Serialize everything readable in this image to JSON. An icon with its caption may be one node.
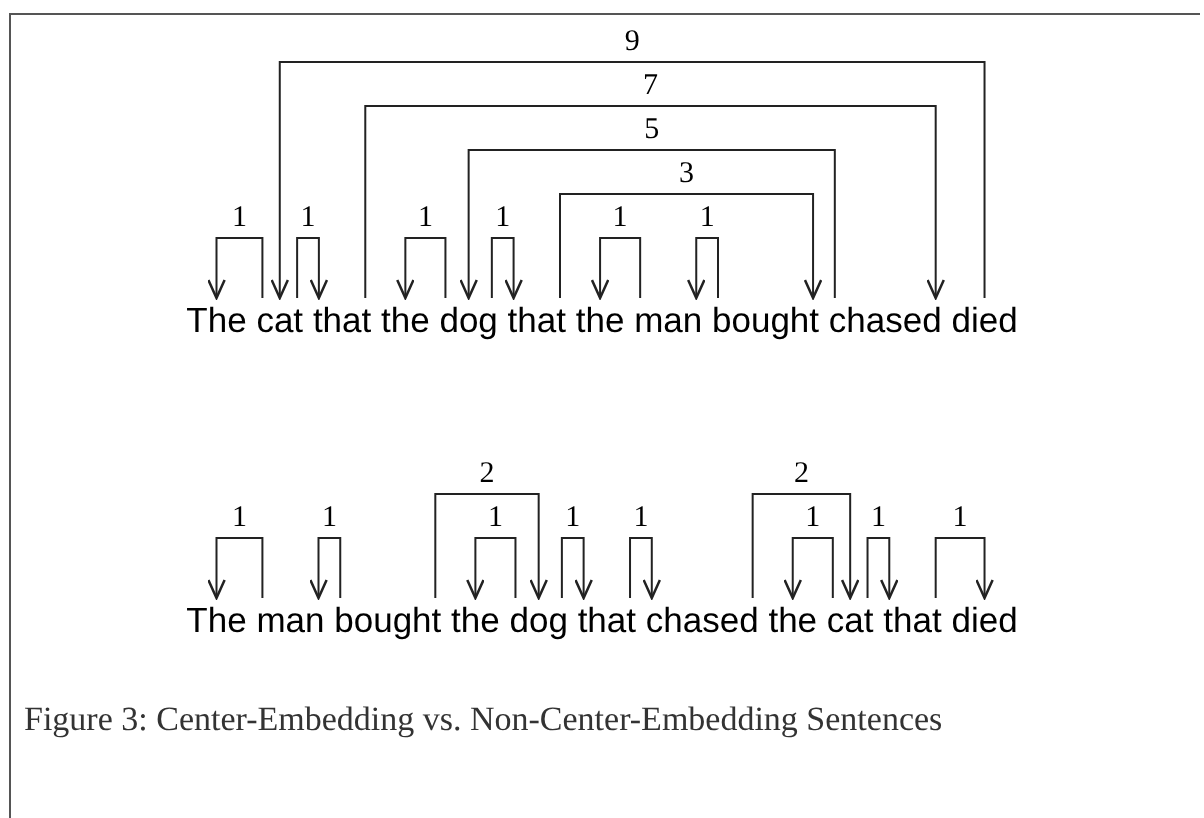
{
  "diagram": {
    "caption": "Figure 3: Center-Embedding vs. Non-Center-Embedding Sentences",
    "nodes": [
      {
        "text": [
          "The"
        ]
      },
      {
        "text": [
          "cat"
        ]
      },
      {
        "text": [
          "that"
        ]
      },
      {
        "text": [
          "the"
        ]
      },
      {
        "text": [
          "dog"
        ]
      },
      {
        "text": [
          "that"
        ]
      },
      {
        "text": [
          "the"
        ]
      },
      {
        "text": [
          "man"
        ]
      },
      {
        "text": [
          "bought"
        ]
      },
      {
        "text": [
          "chased"
        ]
      },
      {
        "text": [
          "died"
        ]
      },
      {
        "text": [
          "The"
        ]
      },
      {
        "text": [
          "man"
        ]
      },
      {
        "text": [
          "bought"
        ]
      },
      {
        "text": [
          "the"
        ]
      },
      {
        "text": [
          "dog"
        ]
      },
      {
        "text": [
          "that"
        ]
      },
      {
        "text": [
          "chased"
        ]
      },
      {
        "text": [
          "the"
        ]
      },
      {
        "text": [
          "cat"
        ]
      },
      {
        "text": [
          "that"
        ]
      },
      {
        "text": [
          "died"
        ]
      }
    ],
    "edges": [
      {
        "from": 1,
        "to": 0,
        "arrow": "to",
        "label": "1"
      },
      {
        "from": 10,
        "to": 1,
        "arrow": "to",
        "label": "9"
      },
      {
        "from": 1,
        "to": 2,
        "arrow": "to",
        "label": "1"
      },
      {
        "from": 2,
        "to": 9,
        "arrow": "to",
        "label": "7"
      },
      {
        "from": 4,
        "to": 3,
        "arrow": "to",
        "label": "1"
      },
      {
        "from": 9,
        "to": 4,
        "arrow": "to",
        "label": "5"
      },
      {
        "from": 4,
        "to": 5,
        "arrow": "to",
        "label": "1"
      },
      {
        "from": 5,
        "to": 8,
        "arrow": "to",
        "label": "3"
      },
      {
        "from": 7,
        "to": 6,
        "arrow": "to",
        "label": "1"
      },
      {
        "from": 8,
        "to": 7,
        "arrow": "to",
        "label": "1"
      },
      {
        "from": 12,
        "to": 11,
        "arrow": "to",
        "label": "1"
      },
      {
        "from": 13,
        "to": 12,
        "arrow": "to",
        "label": "1"
      },
      {
        "from": 13,
        "to": 15,
        "arrow": "to",
        "label": "2"
      },
      {
        "from": 15,
        "to": 14,
        "arrow": "to",
        "label": "1"
      },
      {
        "from": 15,
        "to": 16,
        "arrow": "to",
        "label": "1"
      },
      {
        "from": 16,
        "to": 17,
        "arrow": "to",
        "label": "1"
      },
      {
        "from": 17,
        "to": 19,
        "arrow": "to",
        "label": "2"
      },
      {
        "from": 19,
        "to": 18,
        "arrow": "to",
        "label": "1"
      },
      {
        "from": 19,
        "to": 20,
        "arrow": "to",
        "label": "1"
      },
      {
        "from": 20,
        "to": 21,
        "arrow": "to",
        "label": "1"
      }
    ]
  }
}
